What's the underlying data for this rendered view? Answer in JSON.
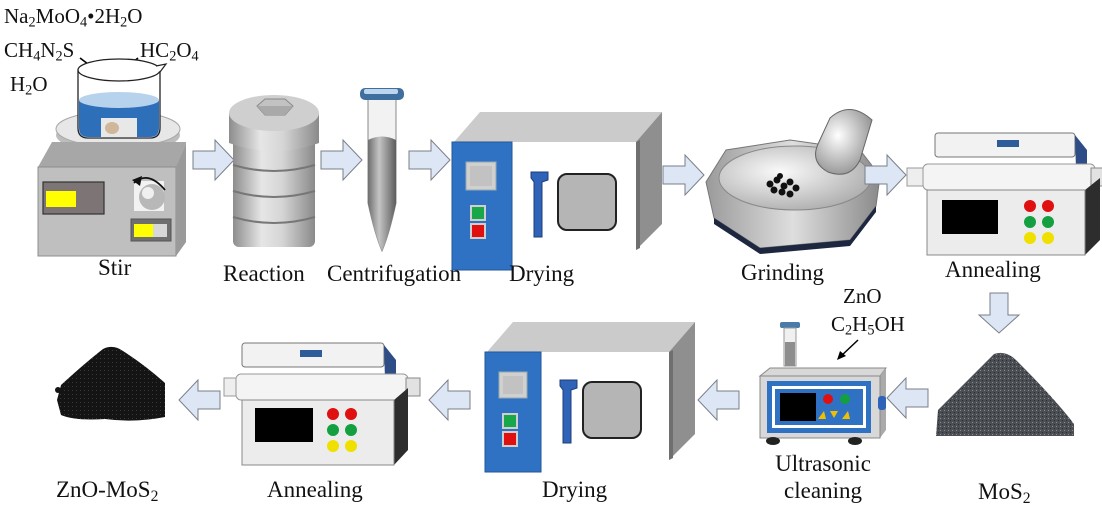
{
  "title": "ZnO-MoS2 synthesis process flow",
  "steps": {
    "stir": "Stir",
    "reaction": "Reaction",
    "centrifugation": "Centrifugation",
    "drying1": "Drying",
    "grinding": "Grinding",
    "annealing1": "Annealing",
    "mos2_base": "MoS",
    "mos2_sub": "2",
    "ultrasonic_line1": "Ultrasonic",
    "ultrasonic_line2": "cleaning",
    "drying2": "Drying",
    "annealing2": "Annealing",
    "product_base": "ZnO-MoS",
    "product_sub": "2"
  },
  "reagents": {
    "r1": [
      "Na",
      "2",
      "MoO",
      "4",
      "•2H",
      "2",
      "O"
    ],
    "r2": [
      "CH",
      "4",
      "N",
      "2",
      "S"
    ],
    "r3": [
      "HC",
      "2",
      "O",
      "4"
    ],
    "r4": [
      "H",
      "2",
      "O"
    ],
    "r5": "ZnO",
    "r6": [
      "C",
      "2",
      "H",
      "5",
      "OH"
    ]
  },
  "colors": {
    "arrow_fill": "#dce6f4",
    "arrow_stroke": "#7a7f88",
    "oven_blue": "#2f72c4",
    "metal": "#b9b9b9",
    "led_red": "#e01010",
    "led_green": "#14a040",
    "led_yellow": "#f0e000",
    "display_yellow": "#ffff00"
  }
}
